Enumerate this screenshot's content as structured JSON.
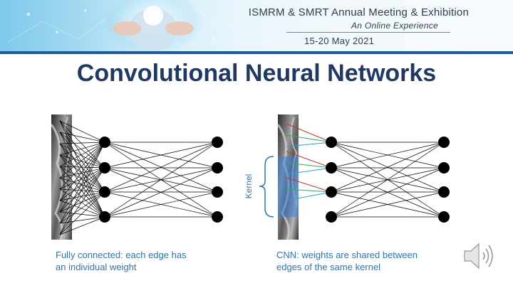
{
  "banner": {
    "conference_title": "ISMRM & SMRT Annual Meeting & Exhibition",
    "subtitle": "An Online Experience",
    "dates": "15-20 May 2021"
  },
  "slide": {
    "title": "Convolutional Neural Networks"
  },
  "left_diagram": {
    "caption_line1": "Fully connected: each edge has",
    "caption_line2": "an individual weight"
  },
  "right_diagram": {
    "kernel_label": "Kernel",
    "caption_line1": "CNN: weights are shared between",
    "caption_line2": "edges of the same kernel",
    "kernel_edge_colors": [
      "#c0392b",
      "#27ae60",
      "#29a3d4"
    ]
  },
  "controls": {
    "audio_icon": "speaker-icon"
  },
  "colors": {
    "title": "#1f3864",
    "caption": "#2e74b5",
    "banner_accent": "#1d5c9e"
  }
}
